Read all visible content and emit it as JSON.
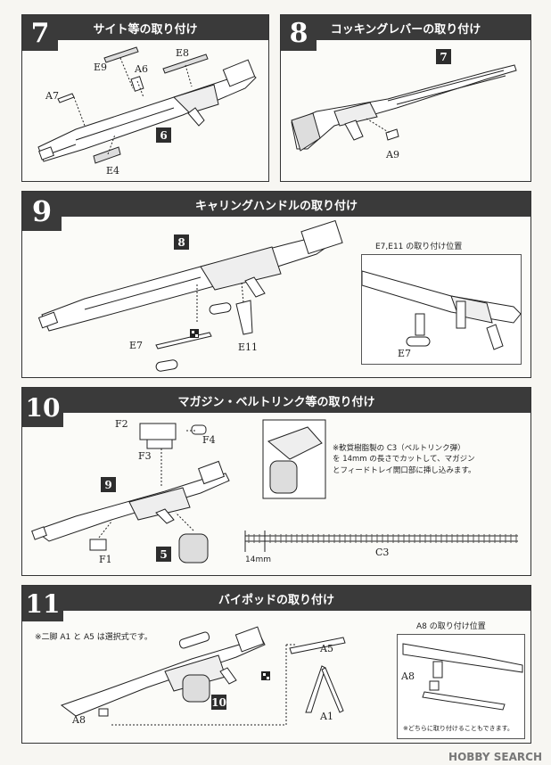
{
  "steps": {
    "s7": {
      "number": "7",
      "title": "サイト等の取り付け",
      "parts": {
        "a7": "A7",
        "e9": "E9",
        "a6": "A6",
        "e8": "E8",
        "e4": "E4",
        "ref": "6"
      }
    },
    "s8": {
      "number": "8",
      "title": "コッキングレバーの取り付け",
      "parts": {
        "a9": "A9",
        "ref": "7"
      }
    },
    "s9": {
      "number": "9",
      "title": "キャリングハンドルの取り付け",
      "parts": {
        "e7": "E7",
        "e11": "E11",
        "ref": "8"
      },
      "inset_title": "E7,E11 の取り付け位置",
      "inset_part": "E7"
    },
    "s10": {
      "number": "10",
      "title": "マガジン・ベルトリンク等の取り付け",
      "parts": {
        "f2": "F2",
        "f3": "F3",
        "f4": "F4",
        "f1": "F1",
        "c3": "C3",
        "ref": "9",
        "ref2": "5"
      },
      "note": [
        "※軟質樹脂製の C3（ベルトリンク弾）",
        "を 14mm の長さでカットして、マガジン",
        "とフィードトレイ開口部に挿し込みます。"
      ],
      "measure": "14mm"
    },
    "s11": {
      "number": "11",
      "title": "バイポッドの取り付け",
      "parts": {
        "a5": "A5",
        "a1": "A1",
        "a8": "A8",
        "ref": "10"
      },
      "note": "※二脚 A1 と A5 は選択式です。",
      "inset_title": "A8 の取り付け位置",
      "inset_part": "A8",
      "inset_note": "※どちらに取り付けることもできます。"
    }
  },
  "watermark": "HOBBY SEARCH"
}
